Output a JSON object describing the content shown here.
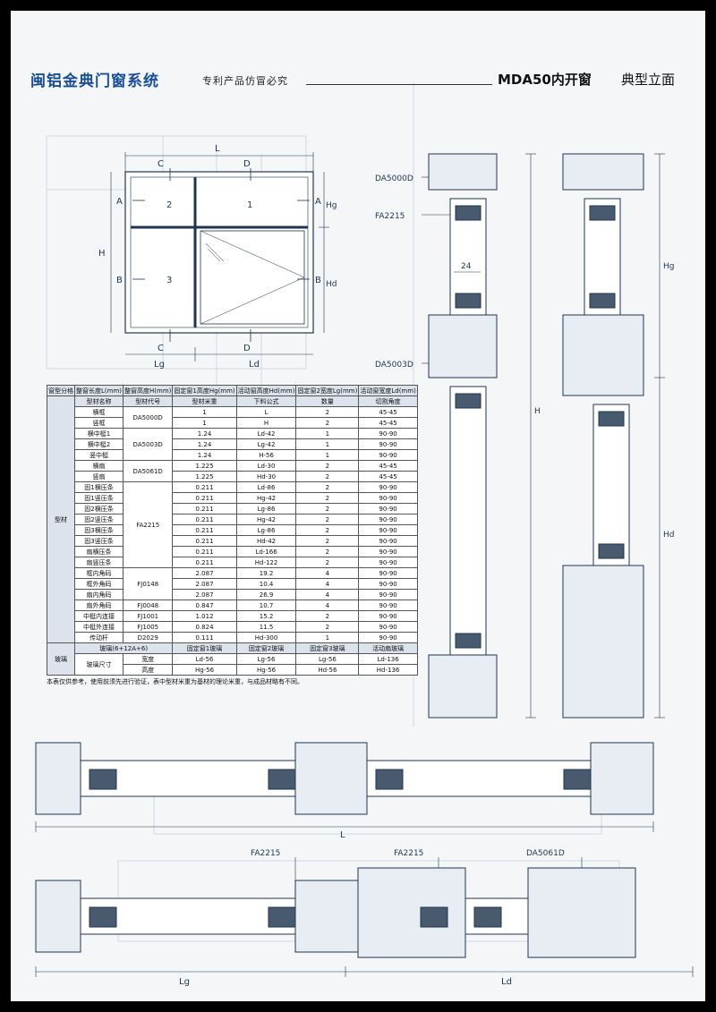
{
  "header": {
    "brand": "闽铝金典门窗系统",
    "slogan": "专利产品仿冒必究",
    "model": "MDA50内开窗",
    "view": "典型立面"
  },
  "elevation": {
    "labels": {
      "L": "L",
      "H": "H",
      "Hg": "Hg",
      "Hd": "Hd",
      "Lg": "Lg",
      "Ld": "Ld",
      "A": "A",
      "B": "B",
      "C": "C",
      "D": "D",
      "pane1": "1",
      "pane2": "2",
      "pane3": "3"
    }
  },
  "vertical_section": {
    "callouts": [
      "DA5000D",
      "FA2215",
      "DA5003D"
    ],
    "dim_24": "24",
    "dim_Hg": "Hg",
    "dim_H": "H",
    "dim_Hd": "Hd"
  },
  "horizontal_section": {
    "dim_L": "L",
    "dim_Lg": "Lg",
    "dim_Ld": "Ld",
    "callouts": [
      "FA2215",
      "FA2215",
      "DA5061D"
    ]
  },
  "table": {
    "headers": [
      [
        "窗型分格",
        "整窗长度L(mm)",
        "整窗高度H(mm)",
        "固定窗1高度Hg(mm)",
        "活动窗高度Hd(mm)",
        "固定窗2宽度Lg(mm)",
        "活动窗宽度Ld(mm)"
      ],
      [
        "",
        "型材名称",
        "型材代号",
        "型材米重",
        "下料公式",
        "数量",
        "切割角度"
      ]
    ],
    "group_profile": "型材",
    "group_glass": "玻璃",
    "rows": [
      {
        "name": "横框",
        "code": "DA5000D",
        "span": 2,
        "weight": "1",
        "formula": "L",
        "qty": "2",
        "angle": "45-45"
      },
      {
        "name": "竖框",
        "code": "",
        "span": 0,
        "weight": "1",
        "formula": "H",
        "qty": "2",
        "angle": "45-45"
      },
      {
        "name": "横中梃1",
        "code": "DA5003D",
        "span": 3,
        "weight": "1.24",
        "formula": "Ld-42",
        "qty": "1",
        "angle": "90-90"
      },
      {
        "name": "横中梃2",
        "code": "",
        "span": 0,
        "weight": "1.24",
        "formula": "Lg-42",
        "qty": "1",
        "angle": "90-90"
      },
      {
        "name": "竖中梃",
        "code": "",
        "span": 0,
        "weight": "1.24",
        "formula": "H-56",
        "qty": "1",
        "angle": "90-90"
      },
      {
        "name": "横扇",
        "code": "DA5061D",
        "span": 2,
        "weight": "1.225",
        "formula": "Ld-30",
        "qty": "2",
        "angle": "45-45"
      },
      {
        "name": "竖扇",
        "code": "",
        "span": 0,
        "weight": "1.225",
        "formula": "Hd-30",
        "qty": "2",
        "angle": "45-45"
      },
      {
        "name": "固1横压条",
        "code": "FA2215",
        "span": 8,
        "weight": "0.211",
        "formula": "Ld-86",
        "qty": "2",
        "angle": "90-90"
      },
      {
        "name": "固1竖压条",
        "code": "",
        "span": 0,
        "weight": "0.211",
        "formula": "Hg-42",
        "qty": "2",
        "angle": "90-90"
      },
      {
        "name": "固2横压条",
        "code": "",
        "span": 0,
        "weight": "0.211",
        "formula": "Lg-86",
        "qty": "2",
        "angle": "90-90"
      },
      {
        "name": "固2竖压条",
        "code": "",
        "span": 0,
        "weight": "0.211",
        "formula": "Hg-42",
        "qty": "2",
        "angle": "90-90"
      },
      {
        "name": "固3横压条",
        "code": "",
        "span": 0,
        "weight": "0.211",
        "formula": "Lg-86",
        "qty": "2",
        "angle": "90-90"
      },
      {
        "name": "固3竖压条",
        "code": "",
        "span": 0,
        "weight": "0.211",
        "formula": "Hd-42",
        "qty": "2",
        "angle": "90-90"
      },
      {
        "name": "扇横压条",
        "code": "",
        "span": 0,
        "weight": "0.211",
        "formula": "Ld-166",
        "qty": "2",
        "angle": "90-90"
      },
      {
        "name": "扇竖压条",
        "code": "",
        "span": 0,
        "weight": "0.211",
        "formula": "Hd-122",
        "qty": "2",
        "angle": "90-90"
      },
      {
        "name": "框内角码",
        "code": "FJ0148",
        "span": 3,
        "weight": "2.087",
        "formula": "19.2",
        "qty": "4",
        "angle": "90-90"
      },
      {
        "name": "框外角码",
        "code": "",
        "span": 0,
        "weight": "2.087",
        "formula": "10.4",
        "qty": "4",
        "angle": "90-90"
      },
      {
        "name": "扇内角码",
        "code": "",
        "span": 0,
        "weight": "2.087",
        "formula": "26.9",
        "qty": "4",
        "angle": "90-90"
      },
      {
        "name": "扇外角码",
        "code": "FJ0048",
        "span": 1,
        "weight": "0.847",
        "formula": "10.7",
        "qty": "4",
        "angle": "90-90"
      },
      {
        "name": "中梃内连接",
        "code": "FJ1001",
        "span": 1,
        "weight": "1.012",
        "formula": "15.2",
        "qty": "2",
        "angle": "90-90"
      },
      {
        "name": "中梃外连接",
        "code": "FJ1005",
        "span": 1,
        "weight": "0.824",
        "formula": "11.5",
        "qty": "2",
        "angle": "90-90"
      },
      {
        "name": "传动杆",
        "code": "D2029",
        "span": 1,
        "weight": "0.111",
        "formula": "Hd-300",
        "qty": "1",
        "angle": "90-90"
      }
    ],
    "glass_header": [
      "玻璃(6+12A+6)",
      "固定窗1玻璃",
      "固定窗2玻璃",
      "固定窗3玻璃",
      "活动扇玻璃"
    ],
    "glass_size_label": "玻璃尺寸",
    "glass_rows": [
      {
        "label": "宽度",
        "v": [
          "Ld-56",
          "Lg-56",
          "Lg-56",
          "Ld-136"
        ]
      },
      {
        "label": "高度",
        "v": [
          "Hg-56",
          "Hg-56",
          "Hd-56",
          "Hd-136"
        ]
      }
    ],
    "note": "本表仅供参考，使用前须先进行验证，表中型材米重为基材的理论米重，与成品材略有不同。"
  }
}
